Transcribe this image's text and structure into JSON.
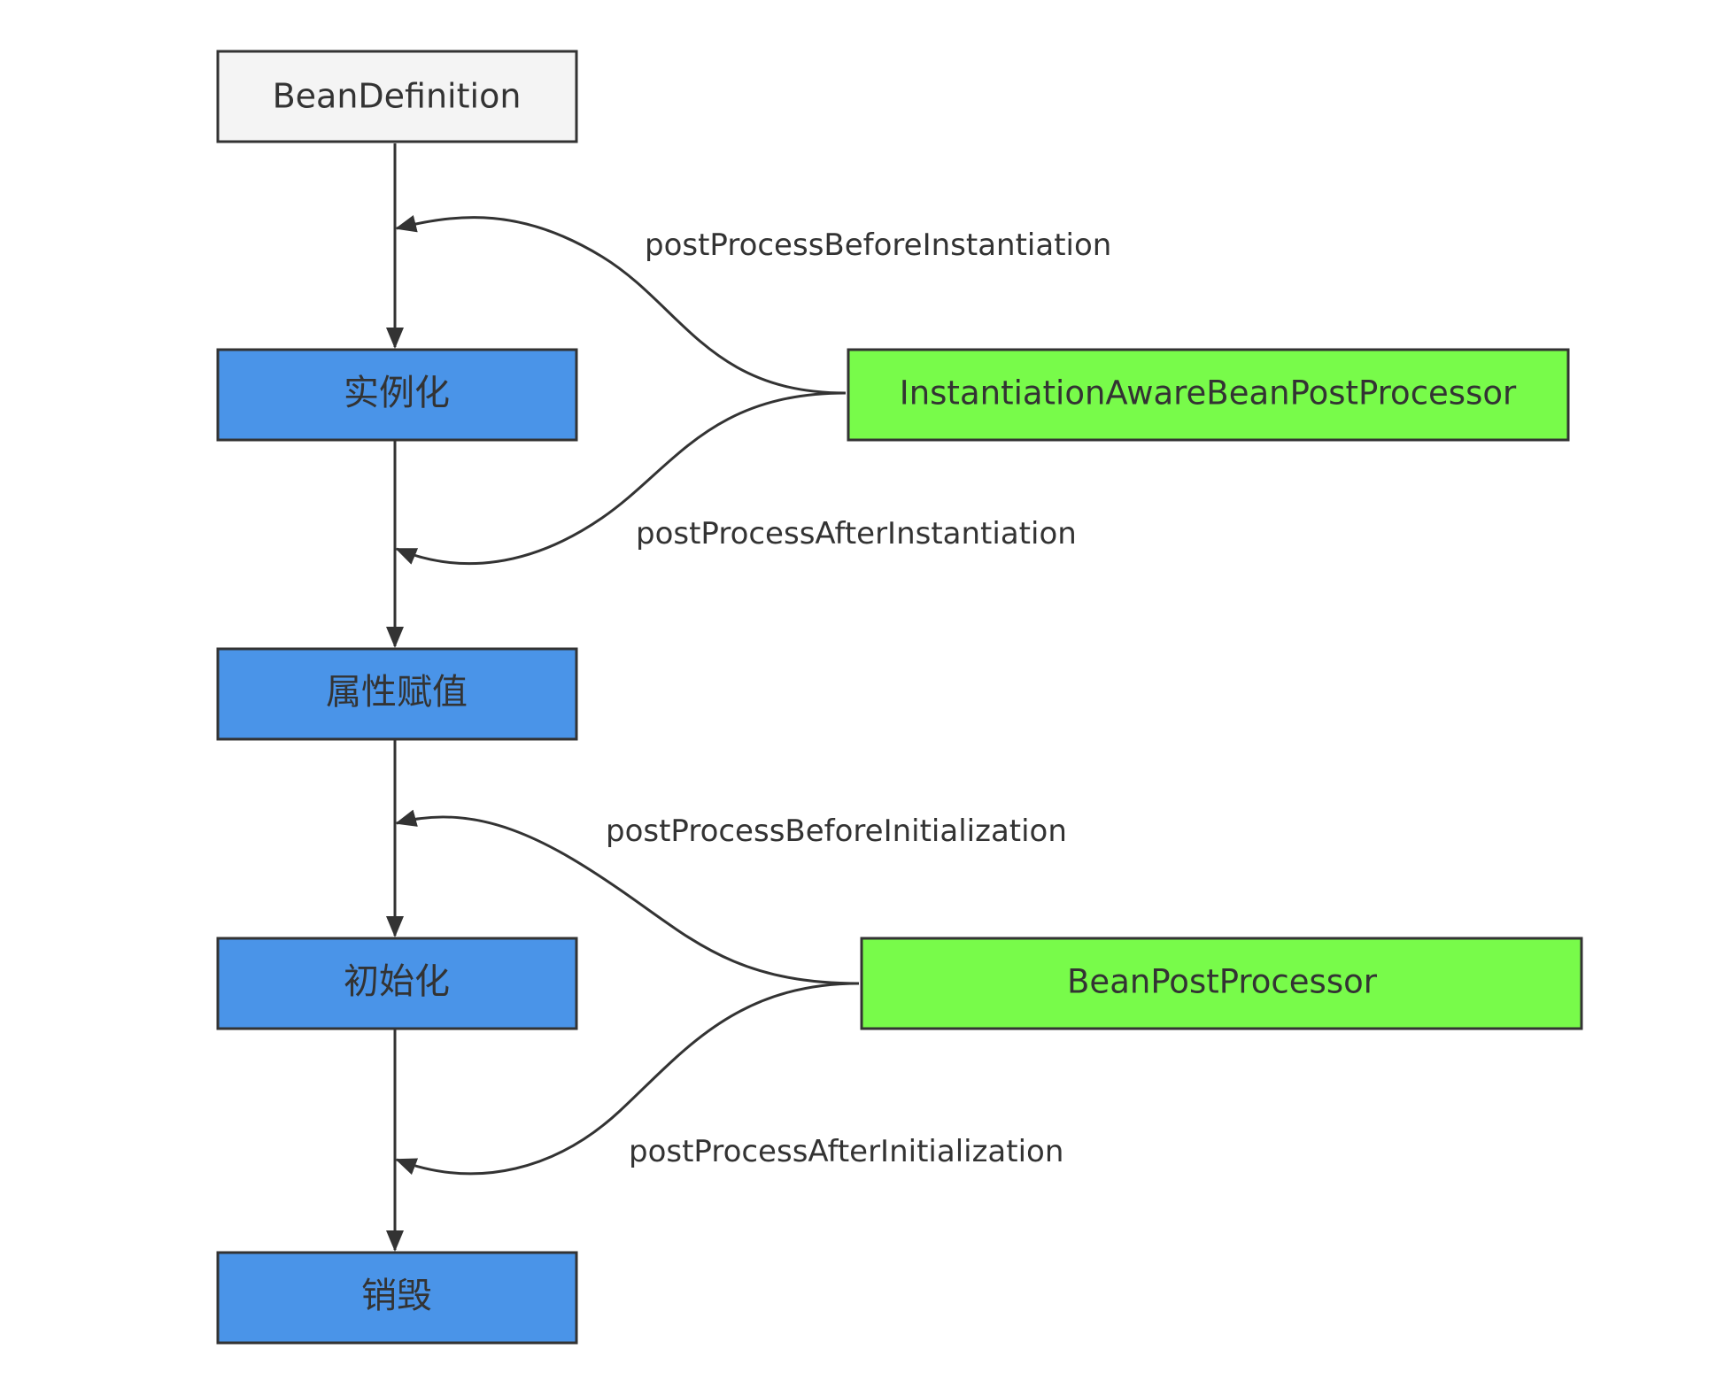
{
  "colors": {
    "stroke": "#333333",
    "stage_fill": "#4a94e8",
    "processor_fill": "#78fb4a",
    "source_fill": "#f4f4f4",
    "background": "#ffffff"
  },
  "nodes": {
    "bean_definition": "BeanDefinition",
    "instantiation": "实例化",
    "property_population": "属性赋值",
    "initialization": "初始化",
    "destruction": "销毁",
    "instantiation_aware_processor": "InstantiationAwareBeanPostProcessor",
    "bean_post_processor": "BeanPostProcessor"
  },
  "edges": {
    "before_instantiation": "postProcessBeforeInstantiation",
    "after_instantiation": "postProcessAfterInstantiation",
    "before_initialization": "postProcessBeforeInitialization",
    "after_initialization": "postProcessAfterInitialization"
  }
}
